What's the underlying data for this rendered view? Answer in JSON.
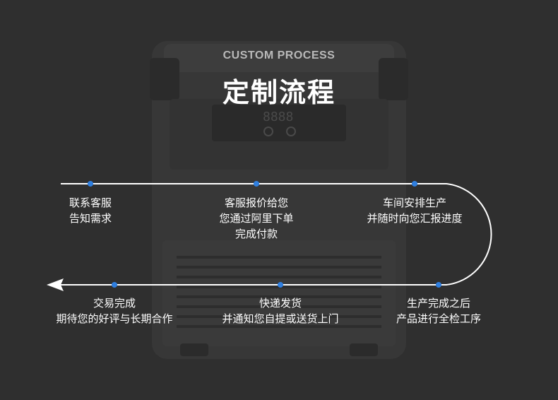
{
  "header": {
    "subtitle": "CUSTOM PROCESS",
    "title": "定制流程"
  },
  "steps": [
    {
      "lines": [
        "联系客服",
        "告知需求"
      ]
    },
    {
      "lines": [
        "客服报价给您",
        "您通过阿里下单",
        "完成付款"
      ]
    },
    {
      "lines": [
        "车间安排生产",
        "并随时向您汇报进度"
      ]
    },
    {
      "lines": [
        "生产完成之后",
        "产品进行全检工序"
      ]
    },
    {
      "lines": [
        "快递发货",
        "并通知您自提或送货上门"
      ]
    },
    {
      "lines": [
        "交易完成",
        "期待您的好评与长期合作"
      ]
    }
  ],
  "colors": {
    "background": "#2f2f2f",
    "line": "#ffffff",
    "dot": "#2f7fe0",
    "text": "#ffffff"
  }
}
